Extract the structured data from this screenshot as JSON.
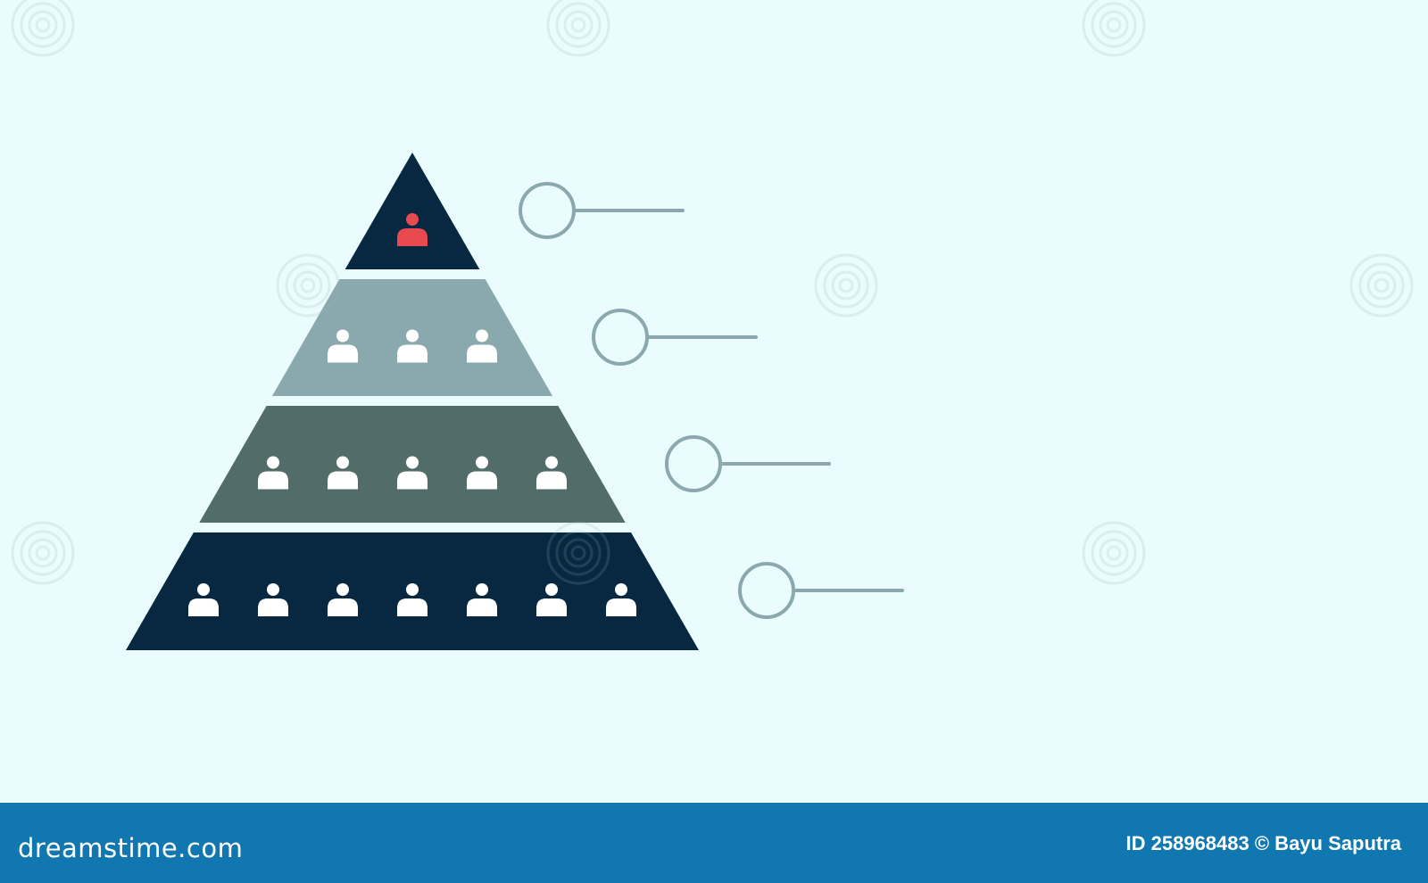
{
  "diagram": {
    "type": "pyramid",
    "tiers": [
      {
        "people": 1,
        "fill": "#072840",
        "person_color": "#e84a4f"
      },
      {
        "people": 3,
        "fill": "#89a9ae",
        "person_color": "#ffffff"
      },
      {
        "people": 5,
        "fill": "#526c69",
        "person_color": "#ffffff"
      },
      {
        "people": 7,
        "fill": "#072840",
        "person_color": "#ffffff"
      }
    ],
    "connector_color": "#8aa8ad",
    "background": "#eafcfd"
  },
  "watermark": {
    "icon": "spiral-logo-icon",
    "text": "dreamstime"
  },
  "footer": {
    "logo_text": "dreamstime.com",
    "credit_text": "ID 258968483 © Bayu Saputra",
    "background": "#1077b0"
  }
}
